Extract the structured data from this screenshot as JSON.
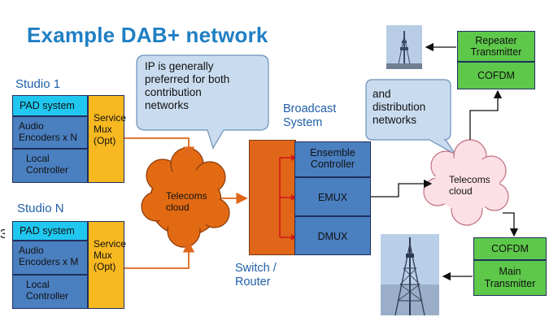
{
  "title": "Example DAB+ network",
  "studio1": {
    "label": "Studio 1",
    "pad": "PAD system",
    "encoders": [
      "Audio",
      "Encoders x N"
    ],
    "controller": [
      "Local",
      "Controller"
    ],
    "mux": [
      "Service",
      "Mux",
      "(Opt)"
    ]
  },
  "studioN": {
    "label": "Studio N",
    "pad": "PAD system",
    "encoders": [
      "Audio",
      "Encoders x M"
    ],
    "controller": [
      "Local",
      "Controller"
    ],
    "mux": [
      "Service",
      "Mux",
      "(Opt)"
    ]
  },
  "callout1": [
    "IP is generally",
    "preferred for both",
    "contribution",
    "networks"
  ],
  "callout2": [
    "and",
    "distribution",
    "networks"
  ],
  "cloud1": [
    "Telecoms",
    "cloud"
  ],
  "cloud2": [
    "Telecoms",
    "cloud"
  ],
  "broadcast_system": [
    "Broadcast",
    "System"
  ],
  "ensemble_controller": [
    "Ensemble",
    "Controller"
  ],
  "emux": "EMUX",
  "dmux": "DMUX",
  "switch_label": [
    "Switch /",
    "Router"
  ],
  "repeater": [
    "Repeater",
    "Transmitter"
  ],
  "cofdm_top": "COFDM",
  "cofdm_bottom": "COFDM",
  "main_tx": [
    "Main",
    "Transmitter"
  ],
  "edge_char": "3",
  "colors": {
    "title": "#1f7fc4",
    "pad": "#20c8f0",
    "blue_box": "#4a7fc0",
    "service_mux": "#f7b820",
    "switch": "#e0661a",
    "cloud_orange": "#e26a12",
    "cloud_pink": "#fde0e6",
    "green_box": "#5dc84a",
    "callout": "#c9dcef"
  }
}
